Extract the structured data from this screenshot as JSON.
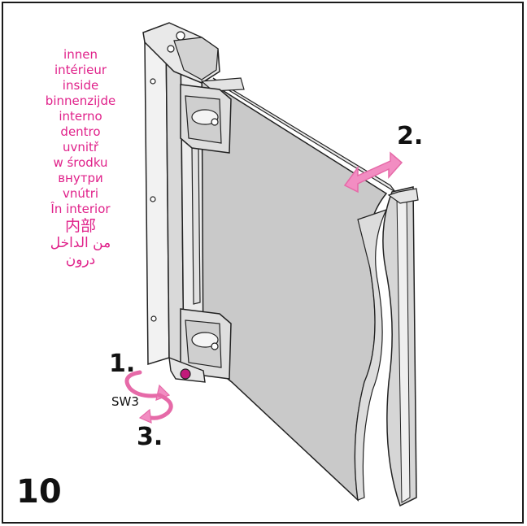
{
  "figure_number": "10",
  "inside_labels": [
    "innen",
    "intérieur",
    "inside",
    "binnenzijde",
    "interno",
    "dentro",
    "uvnitř",
    "w środku",
    "внутри",
    "vnútri",
    "În interior",
    "内部",
    "من الداخل",
    "درون"
  ],
  "steps": {
    "step1": "1.",
    "step2": "2.",
    "step3": "3."
  },
  "tool": "SW3",
  "colors": {
    "label_color": "#e0218a",
    "arrow_color": "#e66aa8",
    "frame_color": "#1a1a1a"
  }
}
